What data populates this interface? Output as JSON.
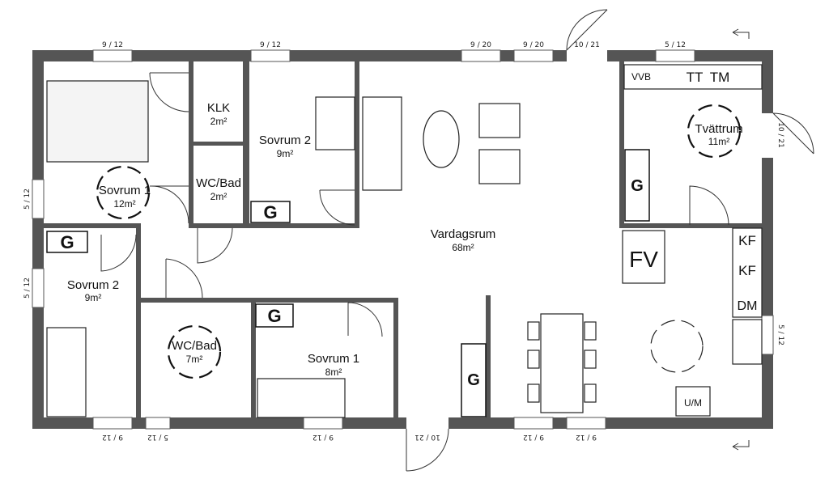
{
  "rooms": {
    "sovrum1_top": {
      "name": "Sovrum 1",
      "area": "12m²"
    },
    "klk": {
      "name": "KLK",
      "area": "2m²"
    },
    "wc_bad_top": {
      "name": "WC/Bad",
      "area": "2m²"
    },
    "sovrum2_top": {
      "name": "Sovrum 2",
      "area": "9m²"
    },
    "vardagsrum": {
      "name": "Vardagsrum",
      "area": "68m²"
    },
    "tvattrum": {
      "name": "Tvättrum",
      "area": "11m²"
    },
    "sovrum2_left": {
      "name": "Sovrum 2",
      "area": "9m²"
    },
    "wc_bad_bottom": {
      "name": "WC/Bad",
      "area": "7m²"
    },
    "sovrum1_bottom": {
      "name": "Sovrum 1",
      "area": "8m²"
    }
  },
  "fixtures": {
    "g": "G",
    "fv": "FV",
    "vvb": "VVB",
    "tt": "TT",
    "tm": "TM",
    "kf": "KF",
    "dm": "DM",
    "um": "U/M"
  },
  "dimensions": {
    "d_9_12": "9 / 12",
    "d_9_20": "9 / 20",
    "d_10_21": "10 / 21",
    "d_5_12": "5 / 12",
    "d_10_21_slash": "10 / 21"
  }
}
